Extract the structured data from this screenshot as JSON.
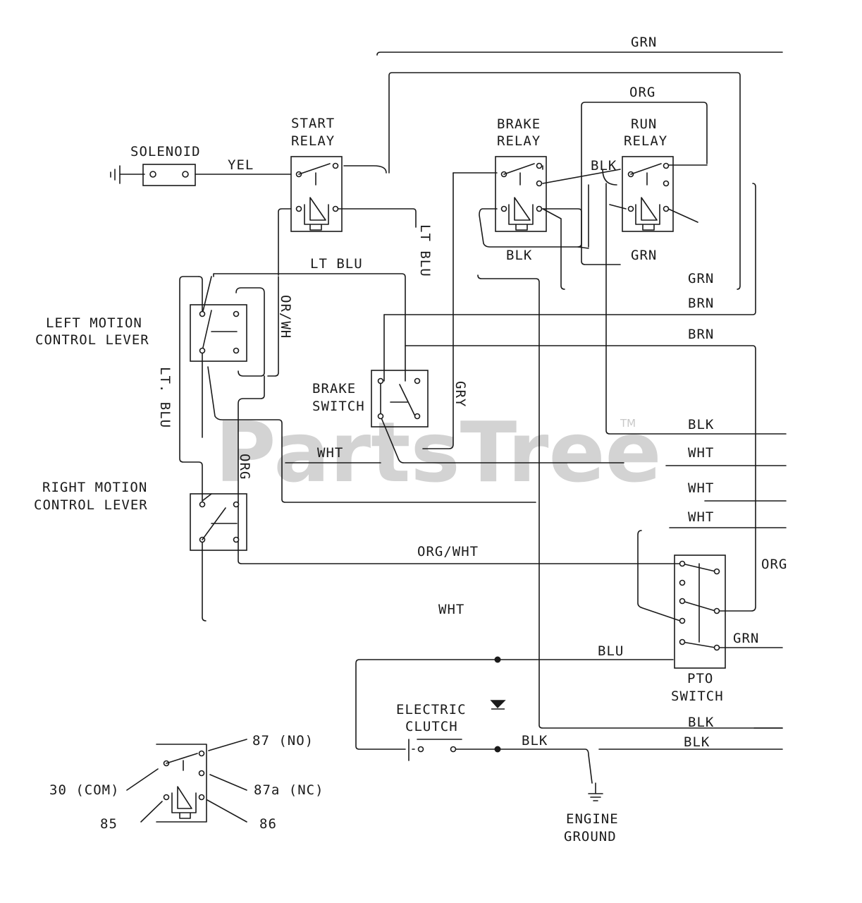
{
  "watermark": {
    "text": "PartsTree",
    "trademark": "TM"
  },
  "components": {
    "solenoid": "SOLENOID",
    "start_relay": [
      "START",
      "RELAY"
    ],
    "brake_relay": [
      "BRAKE",
      "RELAY"
    ],
    "run_relay": [
      "RUN",
      "RELAY"
    ],
    "left_motion": [
      "LEFT MOTION",
      "CONTROL LEVER"
    ],
    "right_motion": [
      "RIGHT MOTION",
      "CONTROL LEVER"
    ],
    "brake_switch": [
      "BRAKE",
      "SWITCH"
    ],
    "pto_switch": [
      "PTO",
      "SWITCH"
    ],
    "electric_clutch": [
      "ELECTRIC",
      "CLUTCH"
    ],
    "engine_ground": [
      "ENGINE",
      "GROUND"
    ]
  },
  "wires": {
    "grn_top": "GRN",
    "org_top": "ORG",
    "yel": "YEL",
    "blk_relay": "BLK",
    "lt_blu_vertical": "LT BLU",
    "blk_brake": "BLK",
    "grn_mid": "GRN",
    "lt_blu_top": "LT BLU",
    "org_wht_vertical": "OR/WH",
    "grn_right": "GRN",
    "brn_1": "BRN",
    "brn_2": "BRN",
    "lt_blu_left": "LT. BLU",
    "gry": "GRY",
    "blk_right": "BLK",
    "wht_1": "WHT",
    "wht_left": "WHT",
    "org_vertical": "ORG",
    "wht_2": "WHT",
    "wht_3": "WHT",
    "org_wht": "ORG/WHT",
    "org_right": "ORG",
    "wht_center": "WHT",
    "grn_pto": "GRN",
    "blu": "BLU",
    "blk_bottom_1": "BLK",
    "blk_clutch": "BLK",
    "blk_bottom_2": "BLK"
  },
  "relay_legend": {
    "pin87": "87 (NO)",
    "pin30": "30 (COM)",
    "pin87a": "87a (NC)",
    "pin85": "85",
    "pin86": "86"
  }
}
